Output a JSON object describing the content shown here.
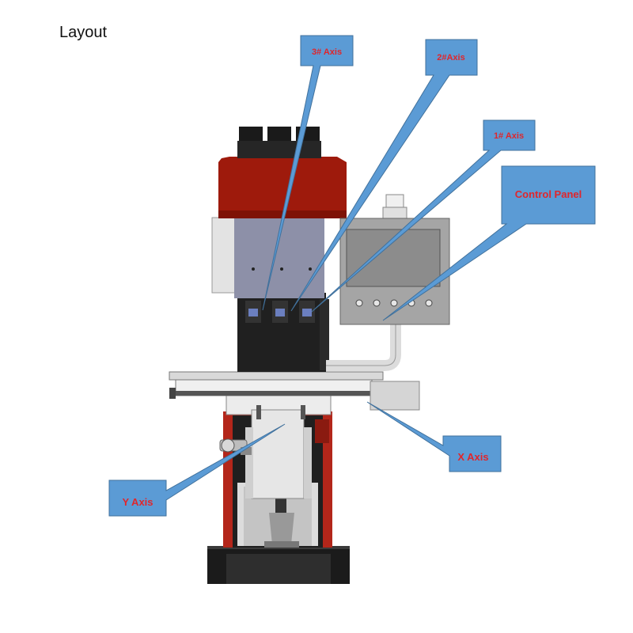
{
  "page": {
    "title": "Layout"
  },
  "callouts": {
    "axis3": "3# Axis",
    "axis2": "2#Axis",
    "axis1": "1# Axis",
    "control_panel": "Control Panel",
    "x_axis": "X Axis",
    "y_axis": "Y Axis"
  },
  "colors": {
    "callout_fill": "#5b9bd5",
    "callout_stroke": "#41719c",
    "callout_text": "#e0262c",
    "head_red": "#9e1a0c",
    "machine_dark": "#1e1e1e",
    "column_red": "#b3261a",
    "panel_gray": "#a5a5a5",
    "plate_blue_gray": "#8d90a8"
  }
}
